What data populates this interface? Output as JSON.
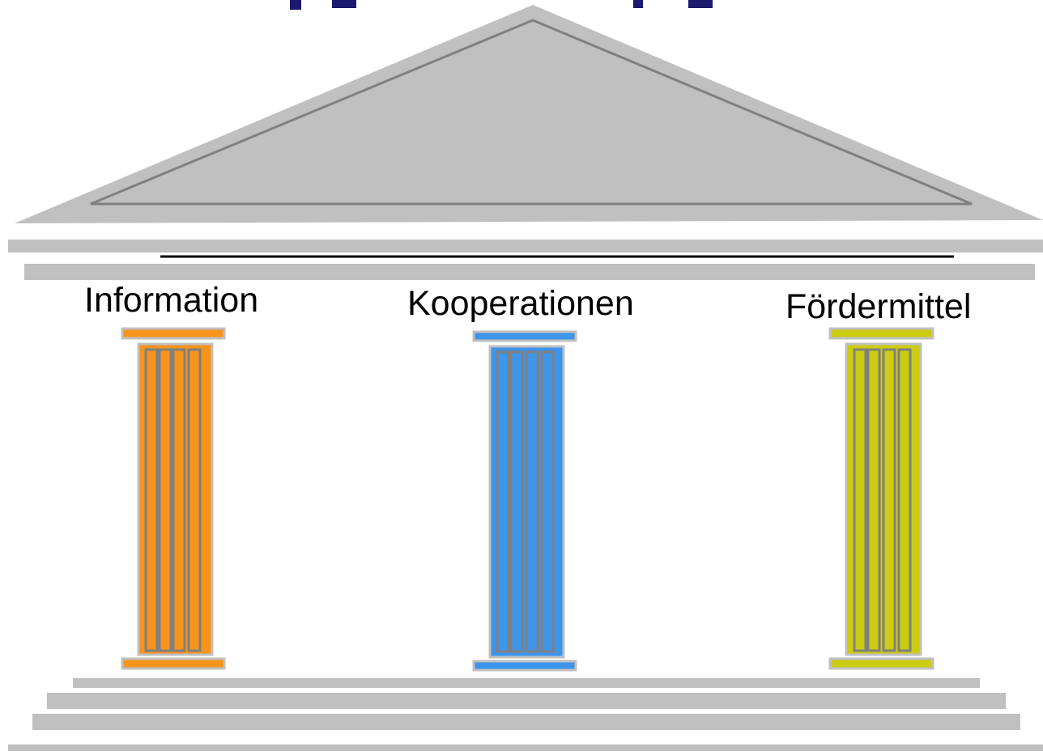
{
  "colors": {
    "stone": "#c0c0c0",
    "stone_line": "#808080",
    "title_partial": "#1a1a6e",
    "rule": "#000000"
  },
  "pillars": [
    {
      "label": "Information",
      "color": "#f7941d"
    },
    {
      "label": "Kooperationen",
      "color": "#3d95ec"
    },
    {
      "label": "Fördermittel",
      "color": "#cccc10"
    }
  ]
}
